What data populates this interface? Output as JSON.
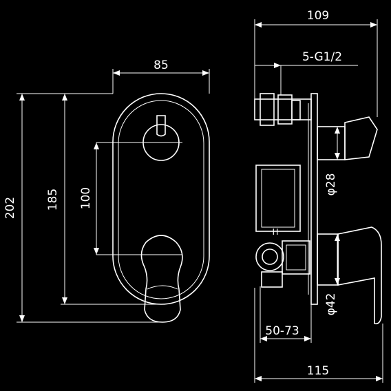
{
  "dimensions": {
    "front_height_total": "202",
    "front_height_plate": "185",
    "front_center_distance": "100",
    "front_width": "85",
    "side_depth_top": "109",
    "side_thread": "5-G1/2",
    "side_diameter_upper": "φ28",
    "side_diameter_lower": "φ42",
    "side_adjust_range": "50-73",
    "side_depth_bottom": "115",
    "body_marking": "H"
  }
}
